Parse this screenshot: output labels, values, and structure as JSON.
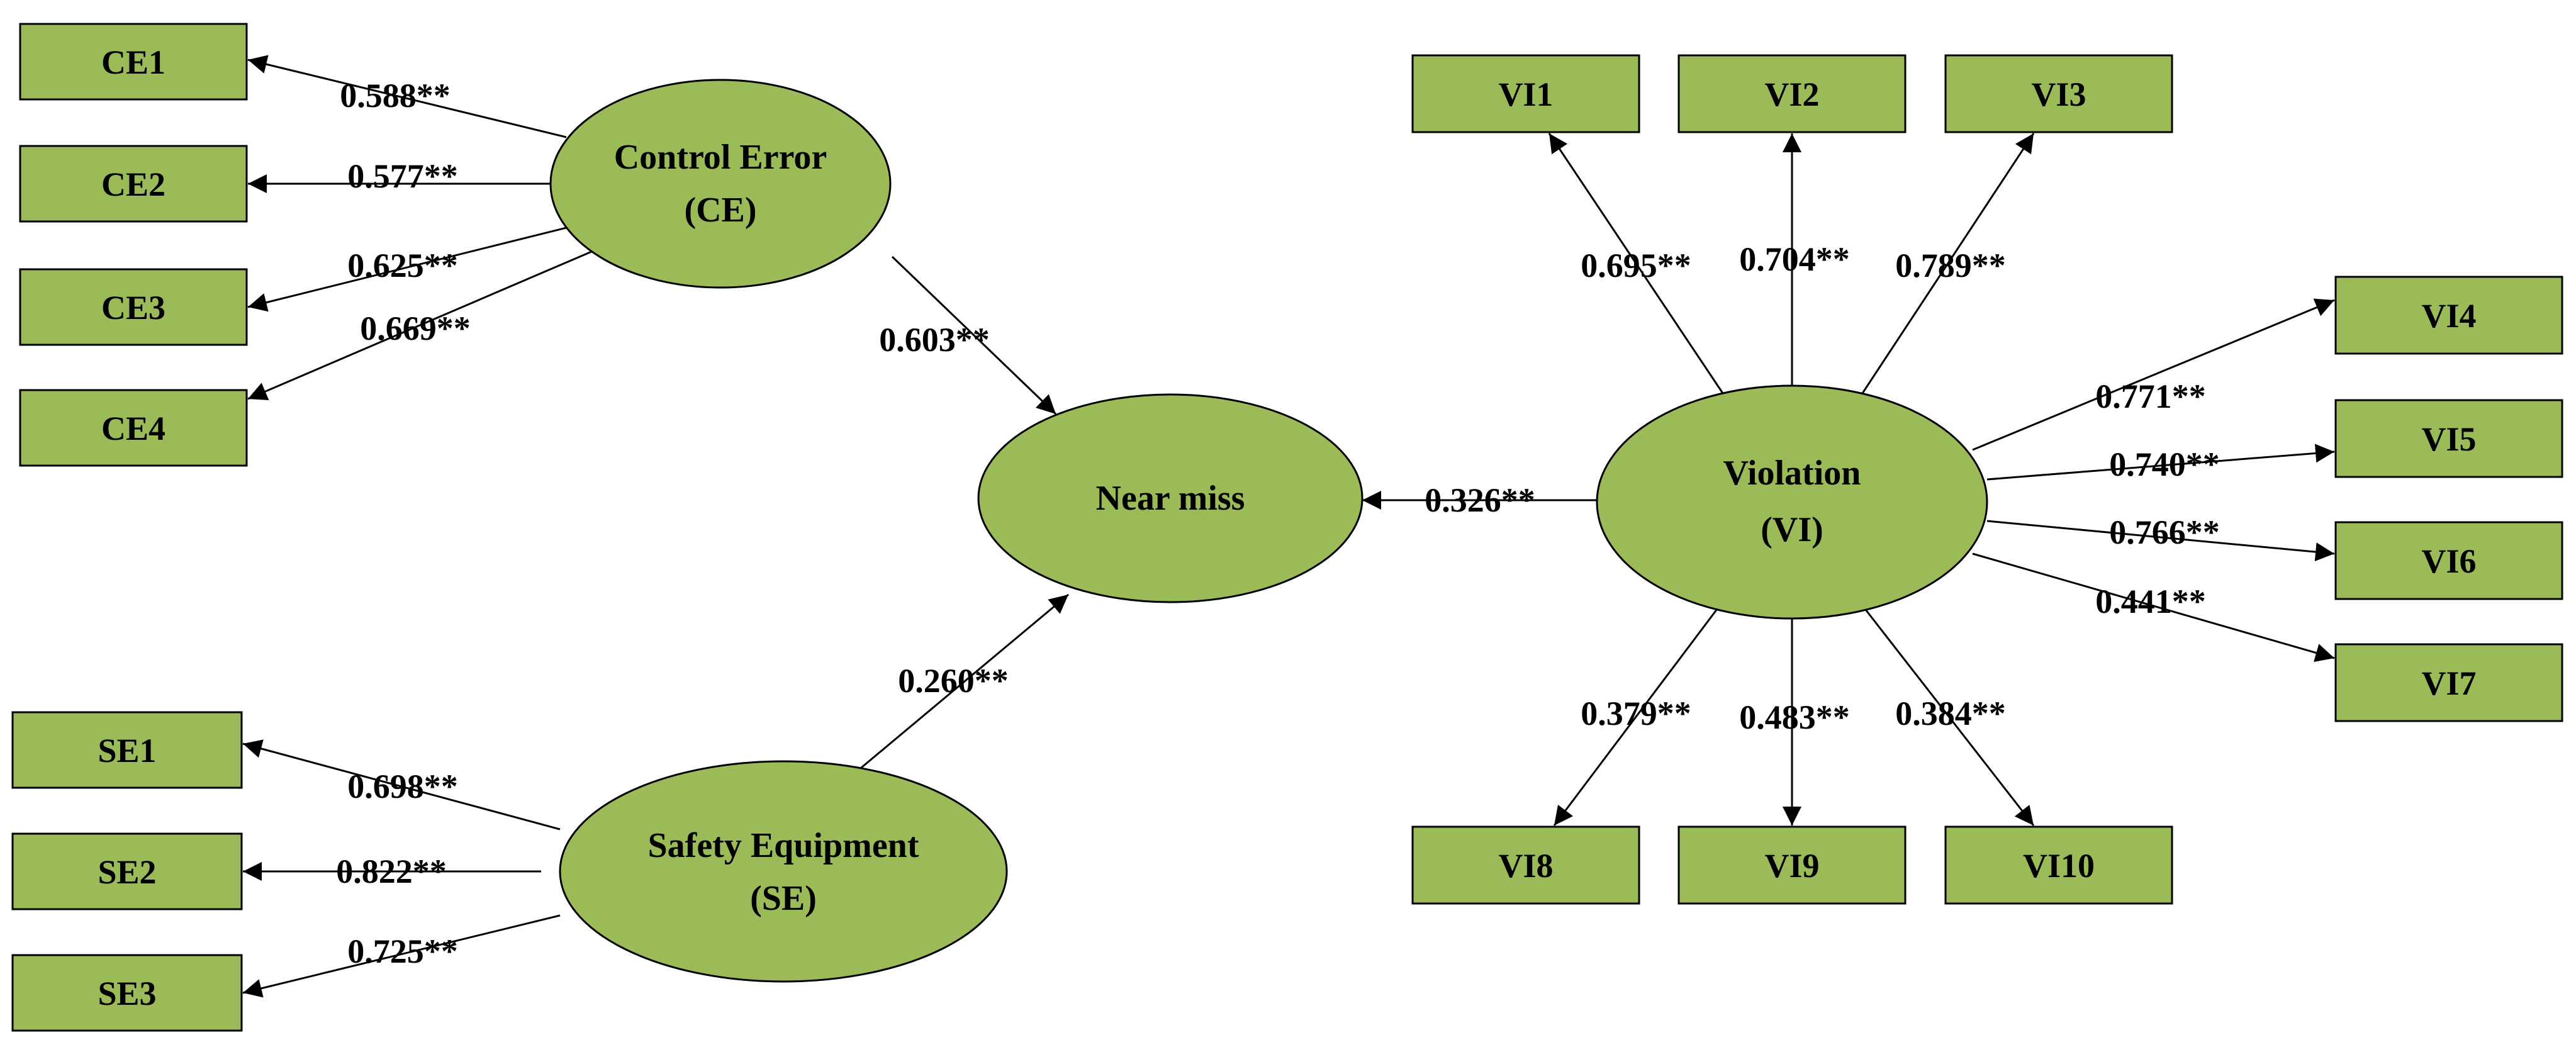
{
  "colors": {
    "fill": "#9bbb59",
    "stroke": "#000000"
  },
  "constructs": {
    "ce": {
      "line1": "Control Error",
      "line2": "(CE)"
    },
    "nm": {
      "line1": "Near miss"
    },
    "vi": {
      "line1": "Violation",
      "line2": "(VI)"
    },
    "se": {
      "line1": "Safety Equipment",
      "line2": "(SE)"
    }
  },
  "indicators": {
    "ce1": "CE1",
    "ce2": "CE2",
    "ce3": "CE3",
    "ce4": "CE4",
    "se1": "SE1",
    "se2": "SE2",
    "se3": "SE3",
    "vi1": "VI1",
    "vi2": "VI2",
    "vi3": "VI3",
    "vi4": "VI4",
    "vi5": "VI5",
    "vi6": "VI6",
    "vi7": "VI7",
    "vi8": "VI8",
    "vi9": "VI9",
    "vi10": "VI10"
  },
  "loadings": {
    "ce1": "0.588**",
    "ce2": "0.577**",
    "ce3": "0.625**",
    "ce4": "0.669**",
    "se1": "0.698**",
    "se2": "0.822**",
    "se3": "0.725**",
    "vi1": "0.695**",
    "vi2": "0.704**",
    "vi3": "0.789**",
    "vi4": "0.771**",
    "vi5": "0.740**",
    "vi6": "0.766**",
    "vi7": "0.441**",
    "vi8": "0.379**",
    "vi9": "0.483**",
    "vi10": "0.384**"
  },
  "paths": {
    "ce_nm": "0.603**",
    "se_nm": "0.260**",
    "vi_nm": "0.326**"
  }
}
